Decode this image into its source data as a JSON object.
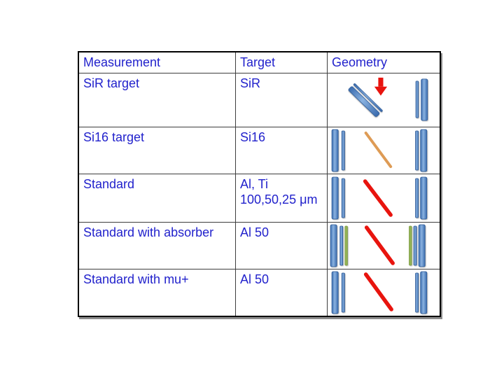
{
  "slide": {
    "background": "#ffffff"
  },
  "colors": {
    "text": "#2222cc",
    "table_border": "#000000",
    "grid_line": "#3d3d3d",
    "table_shadow": "#8c8c8c",
    "detector_blue": "#4f81bd",
    "detector_blue_dark": "#2e5b97",
    "detector_blue_light": "#8ab2e0",
    "absorber_green": "#93b254",
    "beam_red": "#e8140e",
    "beam_orange": "#de9b55",
    "arrow_red": "#e8140e"
  },
  "table": {
    "columns": [
      {
        "label": "Measurement"
      },
      {
        "label": "Target"
      },
      {
        "label": "Geometry"
      }
    ],
    "rows": [
      {
        "measurement": "SiR target",
        "target": "SiR",
        "geometry": {
          "icon": "sir-geometry",
          "description": "tilted SiR target (thin line + thick blue bar) with red downward beam arrow; downstream detector pair",
          "left_detectors": [],
          "target_element": "tilted-blue-double-bar",
          "beam": "red-arrow-down",
          "right_detectors": [
            "blue-thin",
            "blue-thick"
          ]
        }
      },
      {
        "measurement": "Si16 target",
        "target": "Si16",
        "geometry": {
          "icon": "si16-geometry",
          "description": "upstream detector pair (thick + thin blue bars), tilted orange Si16 target line, downstream detector pair (thin + thick blue bars)",
          "left_detectors": [
            "blue-thick",
            "blue-thin"
          ],
          "target_element": "orange-diagonal-line",
          "beam": null,
          "right_detectors": [
            "blue-thin",
            "blue-thick"
          ]
        }
      },
      {
        "measurement": "Standard",
        "target": "Al, Ti",
        "target2": "100,50,25 μm",
        "geometry": {
          "icon": "standard-geometry",
          "description": "upstream detector pair, tilted red target line, downstream detector pair",
          "left_detectors": [
            "blue-thick",
            "blue-thin"
          ],
          "target_element": "red-diagonal-line",
          "beam": null,
          "right_detectors": [
            "blue-thin",
            "blue-thick"
          ]
        }
      },
      {
        "measurement": "Standard with absorber",
        "target": "Al 50",
        "geometry": {
          "icon": "standard-absorber-geometry",
          "description": "upstream detectors (thick + thin blue) with green absorber, tilted red target line, green absorber with downstream detectors (thin + thick blue)",
          "left_detectors": [
            "blue-thick",
            "blue-thin",
            "green-thin"
          ],
          "target_element": "red-diagonal-line",
          "beam": null,
          "right_detectors": [
            "green-thin",
            "blue-thin",
            "blue-thick"
          ]
        }
      },
      {
        "measurement": "Standard with mu+",
        "target": "Al 50",
        "geometry": {
          "icon": "standard-mu-geometry",
          "description": "upstream detector pair, tilted red target line, downstream detector pair",
          "left_detectors": [
            "blue-thick",
            "blue-thin"
          ],
          "target_element": "red-diagonal-line",
          "beam": null,
          "right_detectors": [
            "blue-thin",
            "blue-thick"
          ]
        }
      }
    ]
  }
}
